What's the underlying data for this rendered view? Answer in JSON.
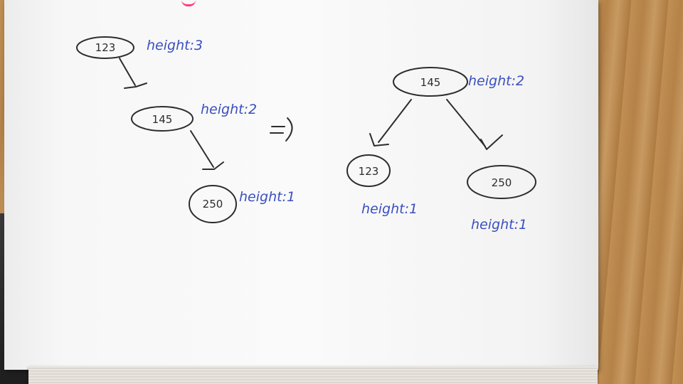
{
  "left_tree": {
    "nodes": [
      {
        "label": "123",
        "height_label": "height:3"
      },
      {
        "label": "145",
        "height_label": "height:2"
      },
      {
        "label": "250",
        "height_label": "height:1"
      }
    ]
  },
  "transform_arrow": "=)",
  "right_tree": {
    "nodes": [
      {
        "label": "145",
        "height_label": "height:2"
      },
      {
        "label": "123",
        "height_label": "height:1"
      },
      {
        "label": "250",
        "height_label": "height:1"
      }
    ]
  },
  "colors": {
    "ink": "#2d2d2d",
    "blue_ink": "#3a4fbf"
  }
}
